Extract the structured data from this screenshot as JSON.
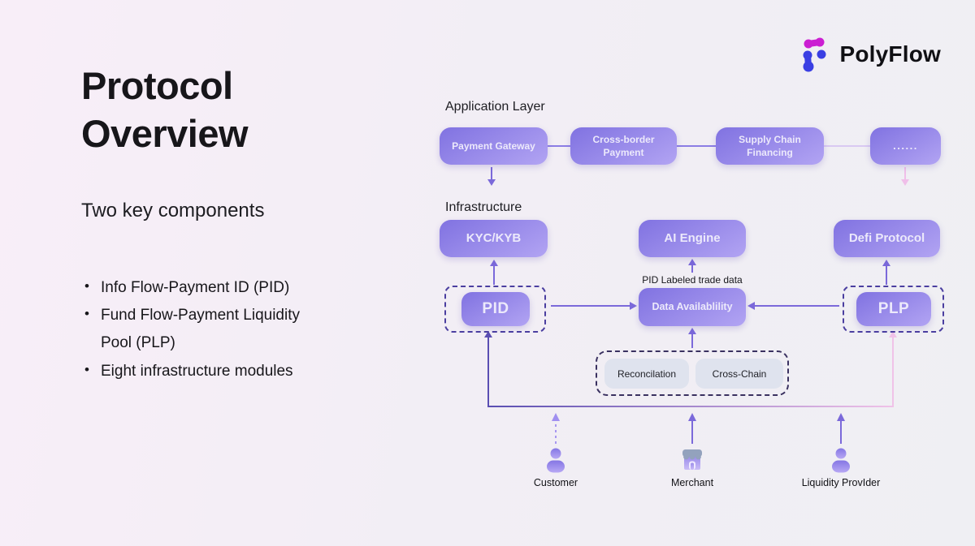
{
  "logo": {
    "brand": "PolyFlow"
  },
  "left": {
    "title": "Protocol Overview",
    "subtitle": "Two key components",
    "bullets": [
      "Info Flow-Payment ID (PID)",
      "Fund Flow-Payment Liquidity Pool (PLP)",
      "Eight infrastructure modules"
    ]
  },
  "diagram": {
    "application_layer": {
      "label": "Application Layer",
      "boxes": [
        "Payment Gateway",
        "Cross-border Payment",
        "Supply Chain Financing",
        "......"
      ]
    },
    "infrastructure": {
      "label": "Infrastructure",
      "boxes": [
        "KYC/KYB",
        "AI Engine",
        "Defi Protocol"
      ]
    },
    "pid_trade_label": "PID Labeled trade data",
    "pid_box": "PID",
    "data_availability_box": "Data Availablility",
    "plp_box": "PLP",
    "modules": [
      "Reconcilation",
      "Cross-Chain"
    ],
    "actors": [
      "Customer",
      "Merchant",
      "Liquidity ProvIder"
    ]
  },
  "colors": {
    "accent_purple": "#7b69da",
    "box_gradient_start": "#8072e1",
    "box_gradient_end": "#b2a4f3",
    "dashed_border": "#4b3fa0",
    "module_pill_bg": "#dfe3ee",
    "arrow_pink": "#f0bfe9",
    "bus_left": "#5a4eb2",
    "bus_right": "#f0c2e8",
    "logo_magenta": "#cb1ed2",
    "logo_blue": "#3a3fe3",
    "text_dark": "#141418",
    "bg_left": "#f8eef8",
    "bg_right": "#efeff3"
  }
}
